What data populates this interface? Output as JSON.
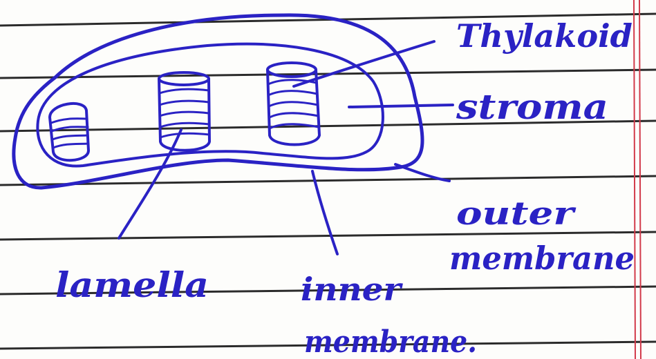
{
  "diagram": {
    "labels": {
      "thylakoid": "Thylakoid",
      "stroma": "stroma",
      "outer_line1": "outer",
      "outer_line2": "membrane",
      "lamella": "lamella",
      "inner_line1": "inner",
      "inner_line2": "membrane."
    }
  },
  "colors": {
    "ink": "#2a22c4",
    "ruled_line": "#2b2b2b",
    "margin_line": "#d23a4a",
    "paper": "#fdfdfb"
  }
}
